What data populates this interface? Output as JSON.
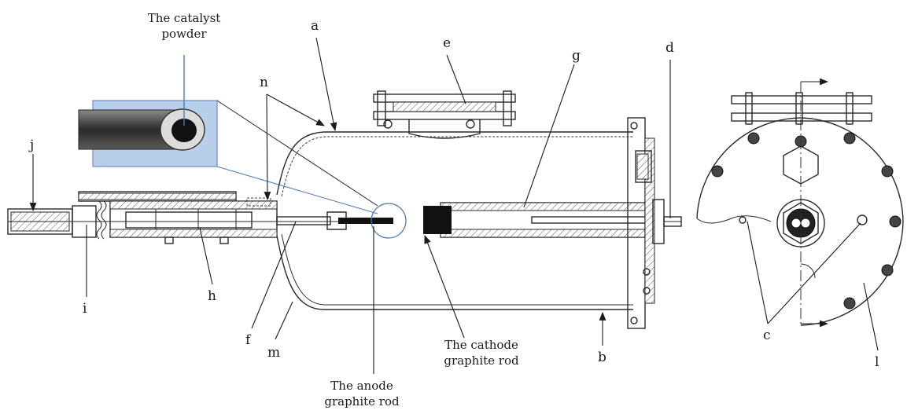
{
  "labels": {
    "catalyst_powder_line1": "The catalyst",
    "catalyst_powder_line2": "powder",
    "a": "a",
    "b": "b",
    "c": "c",
    "d": "d",
    "e": "e",
    "f": "f",
    "g": "g",
    "h": "h",
    "i": "i",
    "j": "j",
    "l": "l",
    "m": "m",
    "n": "n",
    "cathode_line1": "The cathode",
    "cathode_line2": "graphite rod",
    "anode_line1": "The anode",
    "anode_line2": "graphite rod"
  },
  "colors": {
    "inset_fill": "#b8cfea",
    "inset_stroke": "#6a8fc4",
    "leader_blue": "#4a78b8",
    "rod_dark": "#2b2b2b",
    "ink": "#1a1a1a"
  }
}
